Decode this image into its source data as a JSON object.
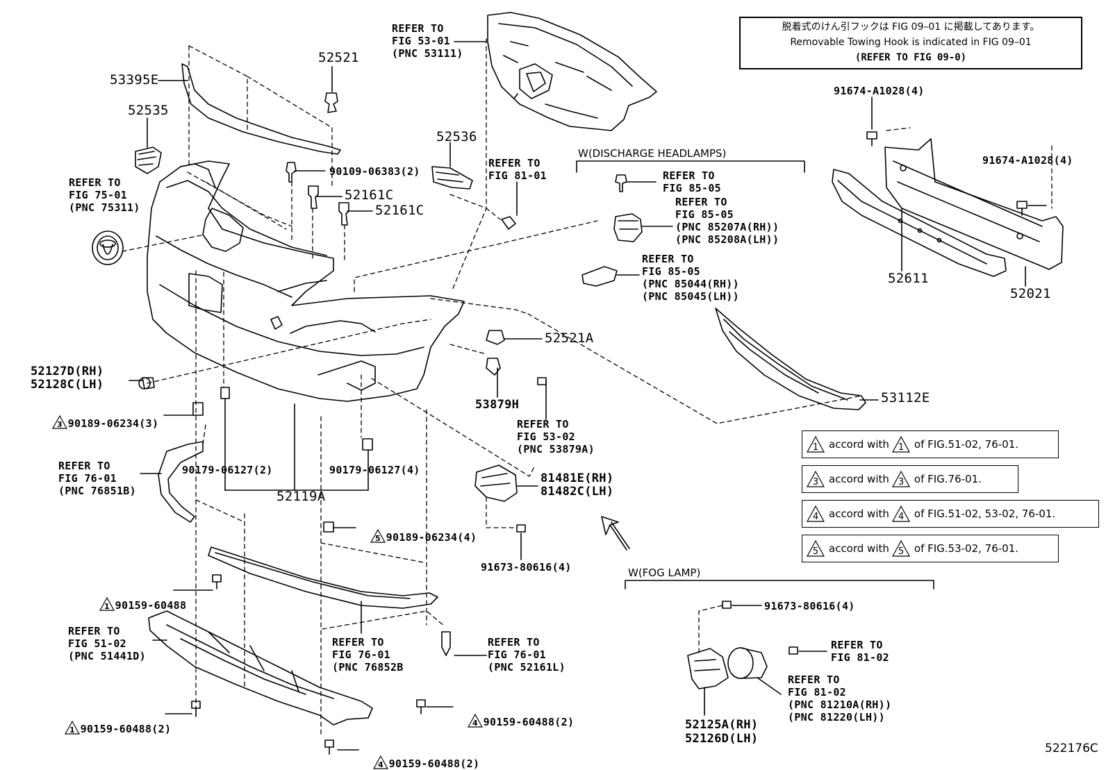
{
  "notice": {
    "jp": "脱着式のけん引フックは FIG 09–01 に掲載してあります。",
    "en": "Removable Towing Hook is indicated in FIG 09–01",
    "ref": "(REFER TO FIG 09-0)"
  },
  "headers": {
    "discharge": "W(DISCHARGE HEADLAMPS)",
    "fog": "W(FOG LAMP)"
  },
  "accord": [
    {
      "num": "1",
      "mid": "accord with",
      "num2": "1",
      "tail": "of FIG.51-02, 76-01."
    },
    {
      "num": "3",
      "mid": "accord with",
      "num2": "3",
      "tail": "of FIG.76-01."
    },
    {
      "num": "4",
      "mid": "accord with",
      "num2": "4",
      "tail": "of FIG.51-02, 53-02, 76-01."
    },
    {
      "num": "5",
      "mid": "accord with",
      "num2": "5",
      "tail": "of FIG.53-02, 76-01."
    }
  ],
  "fig_number": "522176C",
  "labels": {
    "p53395E": "53395E",
    "p52521": "52521",
    "p52535": "52535",
    "ref53": "REFER TO\nFIG 53-01\n(PNC 53111)",
    "ref75": "REFER TO\nFIG 75-01\n(PNC 75311)",
    "p90109": "90109-06383(2)",
    "p52161C_a": "52161C",
    "p52161C_b": "52161C",
    "p52536": "52536",
    "ref81a": "REFER TO\nFIG 81-01",
    "ref85a": "REFER TO\nFIG 85-05",
    "ref85b": "REFER TO\nFIG 85-05\n(PNC 85207A(RH))\n(PNC 85208A(LH))",
    "ref85c": "REFER TO\nFIG 85-05\n(PNC 85044(RH))\n(PNC 85045(LH))",
    "p91674a": "91674-A1028(4)",
    "p91674b": "91674-A1028(4)",
    "p52611": "52611",
    "p52021": "52021",
    "p52521A": "52521A",
    "p52127D": "52127D(RH)\n52128C(LH)",
    "p53879H": "53879H",
    "ref53b": "REFER TO\nFIG 53-02\n(PNC 53879A)",
    "p53112E": "53112E",
    "p90189a": "90189-06234(3)",
    "ref76a": "REFER TO\nFIG 76-01\n(PNC 76851B)",
    "p90179a": "90179-06127(2)",
    "p90179b": "90179-06127(4)",
    "p52119A": "52119A",
    "p81481E": "81481E(RH)\n81482C(LH)",
    "p90189b": "90189-06234(4)",
    "p91673a": "91673-80616(4)",
    "p90159a": "90159-60488",
    "ref51": "REFER TO\nFIG 51-02\n(PNC 51441D)",
    "ref76b": "REFER TO\nFIG 76-01\n(PNC 76852B",
    "ref76c": "REFER TO\nFIG 76-01\n(PNC 52161L)",
    "p91673b": "91673-80616(4)",
    "ref81b": "REFER TO\nFIG 81-02",
    "ref81c": "REFER TO\nFIG 81-02\n(PNC 81210A(RH))\n(PNC 81220(LH))",
    "p90159b": "90159-60488(2)",
    "p90159c": "90159-60488(2)",
    "p90159d": "90159-60488(2)",
    "p52125A": "52125A(RH)\n52126D(LH)"
  },
  "triangles": {
    "t3": "3",
    "t5": "5",
    "t1a": "1",
    "t1b": "1",
    "t4a": "4",
    "t4b": "4"
  }
}
